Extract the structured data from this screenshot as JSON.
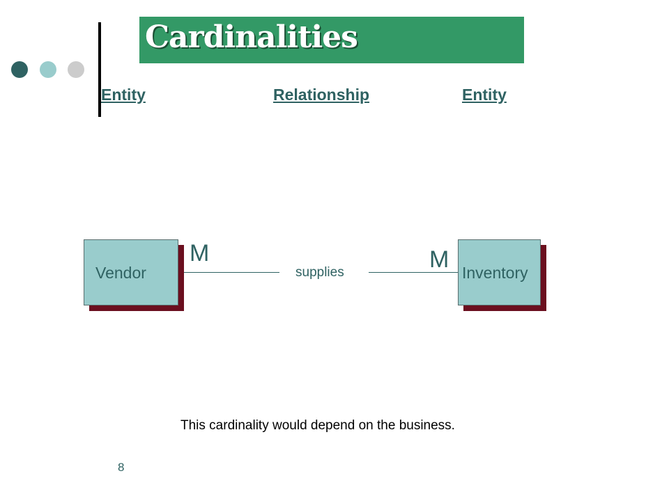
{
  "slide": {
    "title": "Cardinalities",
    "headers": {
      "entity_left": "Entity",
      "relationship": "Relationship",
      "entity_right": "Entity"
    },
    "diagram": {
      "left_entity": "Vendor",
      "right_entity": "Inventory",
      "relationship": "supplies",
      "left_cardinality": "M",
      "right_cardinality": "M"
    },
    "caption": "This cardinality would depend on the business.",
    "page_number": "8"
  },
  "colors": {
    "title_background": "#339966",
    "title_text": "#ffffff",
    "text_teal": "#2f6262",
    "entity_fill": "#99cccc",
    "entity_shadow": "#6b0f1f",
    "dot_dark": "#2f6262",
    "dot_light": "#99cccc",
    "dot_gray": "#cccccc"
  }
}
